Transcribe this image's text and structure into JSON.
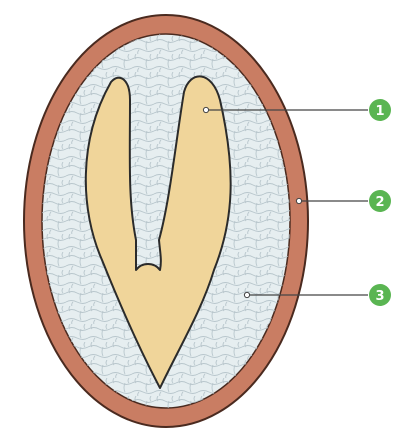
{
  "diagram": {
    "colors": {
      "seed_coat": "#c97d63",
      "seed_coat_edge": "#4a2a1f",
      "endosperm": "#e6eef0",
      "cell_lines": "#b8c6cc",
      "embryo": "#f0d59a",
      "embryo_edge": "#2b2b2b",
      "callout": "#5ab552",
      "leader": "#444444"
    },
    "callouts": [
      {
        "number": "1"
      },
      {
        "number": "2"
      },
      {
        "number": "3"
      }
    ]
  }
}
